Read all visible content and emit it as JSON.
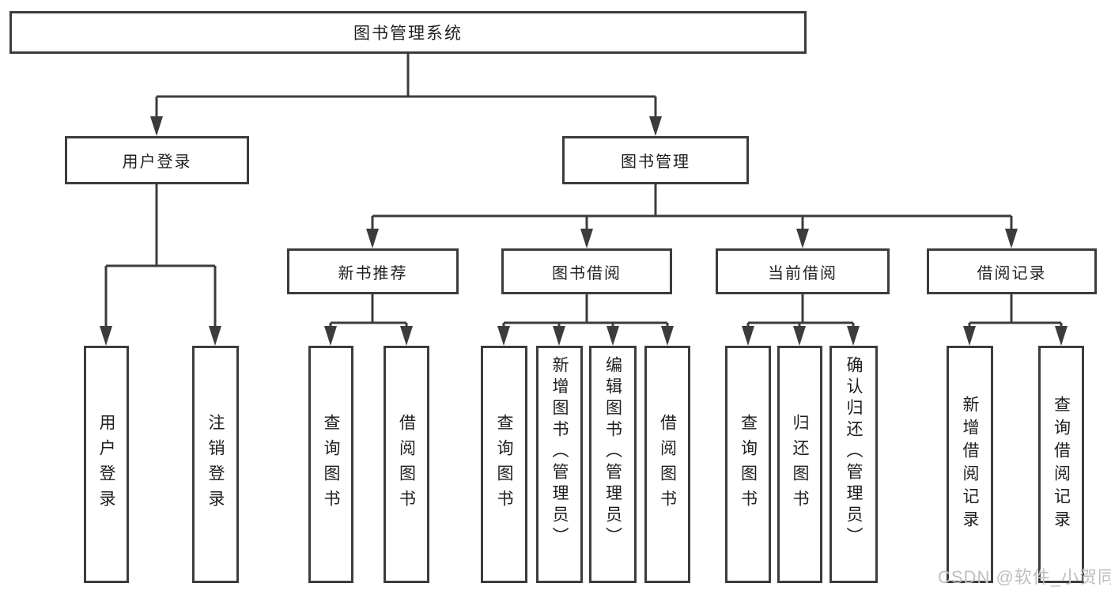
{
  "tree": {
    "title": "图书管理系统",
    "branches": [
      {
        "label": "用户登录",
        "children": [
          "用户登录",
          "注销登录"
        ]
      },
      {
        "label": "图书管理",
        "children": [
          {
            "label": "新书推荐",
            "children": [
              "查询图书",
              "借阅图书"
            ]
          },
          {
            "label": "图书借阅",
            "children": [
              "查询图书",
              "新增图书（管理员）",
              "编辑图书（管理员）",
              "借阅图书"
            ]
          },
          {
            "label": "当前借阅",
            "children": [
              "查询图书",
              "归还图书",
              "确认归还（管理员）"
            ]
          },
          {
            "label": "借阅记录",
            "children": [
              "新增借阅记录",
              "查询借阅记录"
            ]
          }
        ]
      }
    ]
  },
  "watermark": {
    "text": "CSDN @软件_小贺同学"
  },
  "appearance": {
    "background": "#ffffff",
    "line_color": "#3c3c3c",
    "border_color": "#3c3c3c",
    "text_color": "#1f1f1f",
    "watermark_color": "#bfbfbf"
  }
}
